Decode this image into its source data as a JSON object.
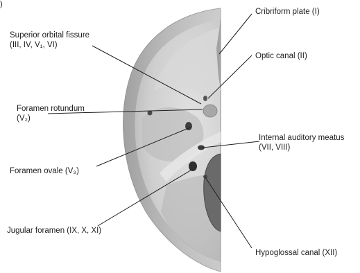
{
  "panel_mark": ")",
  "labels": {
    "cribriform": {
      "l1": "Cribriform plate (I)"
    },
    "sup_orbital": {
      "l1": "Superior orbital fissure",
      "l2": "(III, IV, V₁, VI)"
    },
    "optic": {
      "l1": "Optic canal (II)"
    },
    "rotundum": {
      "l1": "Foramen rotundum",
      "l2": "(V₂)"
    },
    "iam": {
      "l1": "Internal auditory meatus",
      "l2": "(VII, VIII)"
    },
    "ovale": {
      "l1": "Foramen ovale (V₃)"
    },
    "jugular": {
      "l1": "Jugular foramen (IX, X, XI)"
    },
    "hypoglossal": {
      "l1": "Hypoglossal canal (XII)"
    }
  }
}
